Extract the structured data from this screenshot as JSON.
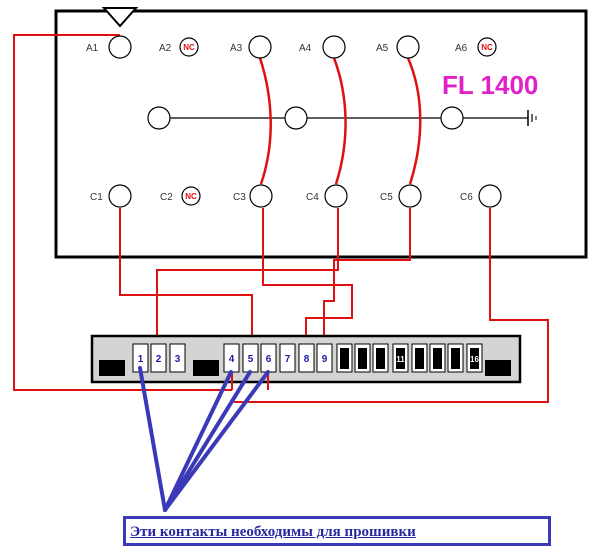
{
  "device": {
    "title": "FL 1400"
  },
  "pins": {
    "a": [
      "A1",
      "A2",
      "A3",
      "A4",
      "A5",
      "A6"
    ],
    "c": [
      "C1",
      "C2",
      "C3",
      "C4",
      "C5",
      "C6"
    ],
    "nc_label": "NC"
  },
  "connector": {
    "slots": [
      "1",
      "2",
      "3",
      "4",
      "5",
      "6",
      "7",
      "8",
      "9"
    ],
    "tail_labels": [
      "11",
      "16"
    ]
  },
  "note": {
    "text": "Эти контакты необходимы для прошивки"
  },
  "colors": {
    "wire": "#e01010",
    "pointer": "#3a3ab8",
    "title": "#e020c8",
    "frame": "#000000"
  }
}
